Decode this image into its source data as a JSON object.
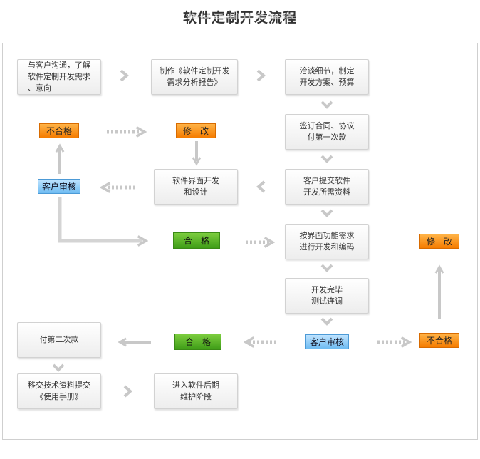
{
  "title": "软件定制开发流程",
  "boxes": {
    "b1": "与客户沟通，了解软件定制开发需求、意向",
    "b2": "制作《软件定制开发需求分析报告》",
    "b3": "洽谈细节，制定开发方案、预算",
    "b4": "签订合同、协议付第一次款",
    "b5": "客户提交软件开发所需资料",
    "b6": "软件界面开发和设计",
    "b7": "按界面功能需求进行开发和编码",
    "b8": "开发完毕测试连调",
    "b9": "付第二次款",
    "b10": "移交技术资料提交《使用手册》",
    "b11": "进入软件后期维护阶段"
  },
  "box_lines": {
    "b1": [
      "与客户沟通，了解",
      "软件定制开发需求",
      "、意向"
    ],
    "b2": [
      "制作《软件定制开发",
      "需求分析报告》"
    ],
    "b3": [
      "洽谈细节，制定",
      "开发方案、预算"
    ],
    "b4": [
      "签订合同、协议",
      "付第一次款"
    ],
    "b5": [
      "客户提交软件",
      "开发所需资料"
    ],
    "b6": [
      "软件界面开发",
      "和设计"
    ],
    "b7": [
      "按界面功能需求",
      "进行开发和编码"
    ],
    "b8": [
      "开发完毕",
      "测试连调"
    ],
    "b9": [
      "付第二次款"
    ],
    "b10": [
      "移交技术资料提交",
      "《使用手册》"
    ],
    "b11": [
      "进入软件后期",
      "维护阶段"
    ]
  },
  "tags": {
    "fail1": "不合格",
    "modify1": "修　改",
    "review1": "客户审核",
    "pass1": "合　格",
    "modify2": "修　改",
    "review2": "客户审核",
    "fail2": "不合格",
    "pass2": "合　格"
  },
  "colors": {
    "orange": "#f58a0b",
    "green": "#4caf1e",
    "blue": "#7ec4f5",
    "arrow": "#c8c8c8"
  }
}
